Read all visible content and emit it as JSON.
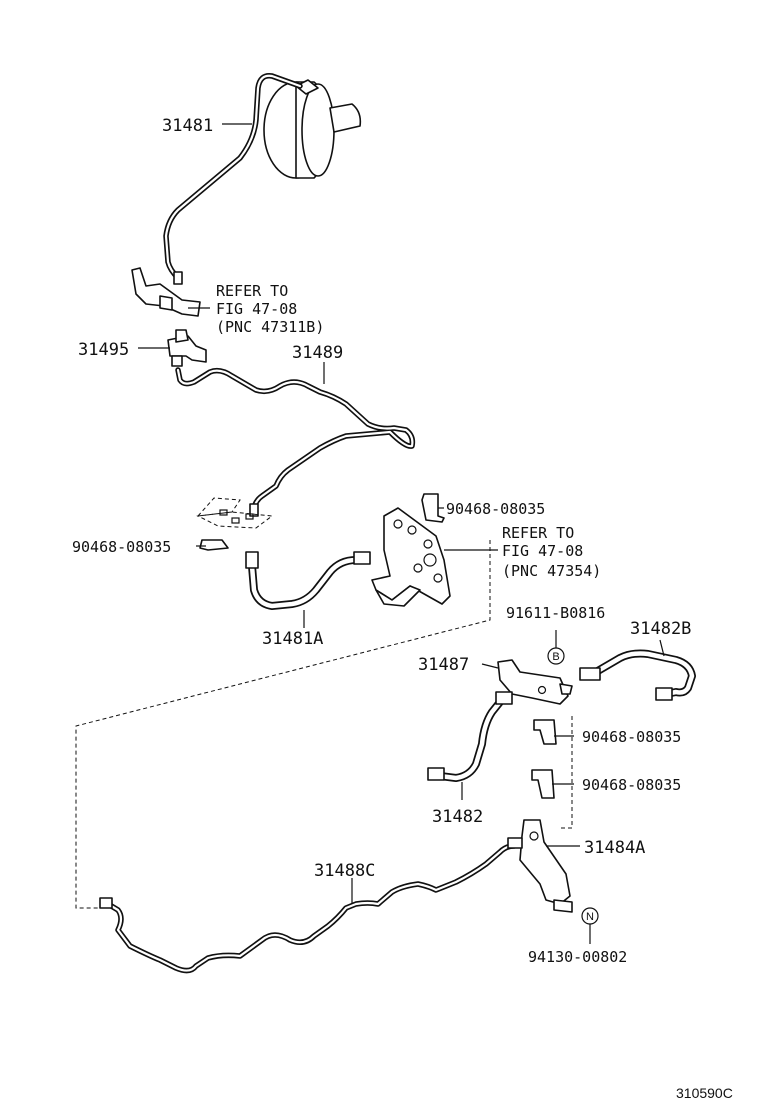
{
  "labels": {
    "p31481": "31481",
    "p31495": "31495",
    "p31489": "31489",
    "clip_upper": "90468-08035",
    "clip_left": "90468-08035",
    "p31481A": "31481A",
    "p91611": "91611-B0816",
    "p31482B": "31482B",
    "p31487": "31487",
    "clip_right1": "90468-08035",
    "clip_right2": "90468-08035",
    "p31482": "31482",
    "p31484A": "31484A",
    "p31488C": "31488C",
    "p94130": "94130-00802"
  },
  "refer1": {
    "line1": "REFER TO",
    "line2": "FIG 47-08",
    "line3": "(PNC 47311B)"
  },
  "refer2": {
    "line1": "REFER TO",
    "line2": "FIG 47-08",
    "line3": "(PNC 47354)"
  },
  "markers": {
    "b": "B",
    "n": "N"
  },
  "figure_code": "310590C"
}
